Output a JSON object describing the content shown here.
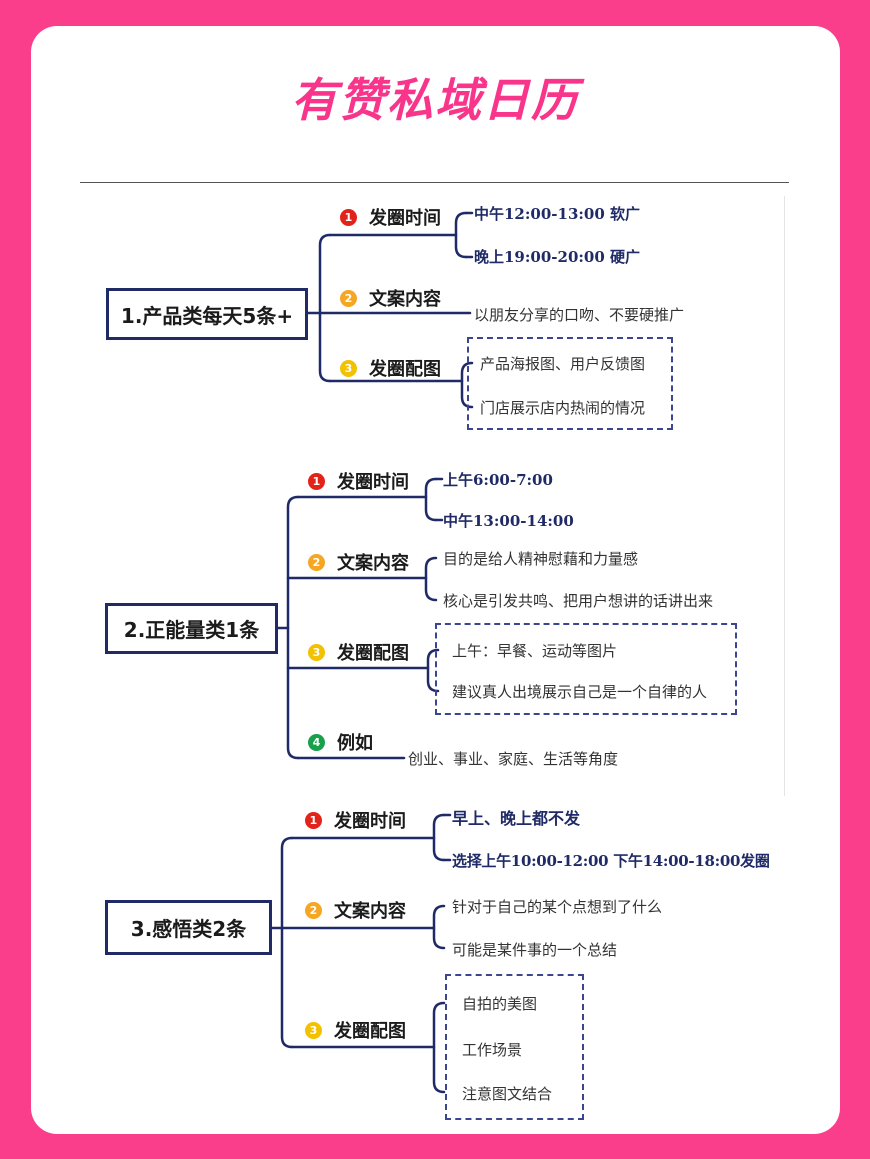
{
  "title": "有赞私域日历",
  "sections": [
    {
      "root": "1.产品类每天5条+",
      "cats": [
        {
          "num": "1",
          "label": "发圈时间",
          "items": [
            "中午12:00-13:00 软广",
            "晚上19:00-20:00 硬广"
          ]
        },
        {
          "num": "2",
          "label": "文案内容",
          "items": [
            "以朋友分享的口吻、不要硬推广"
          ]
        },
        {
          "num": "3",
          "label": "发圈配图",
          "items": [
            "产品海报图、用户反馈图",
            "门店展示店内热闹的情况"
          ]
        }
      ]
    },
    {
      "root": "2.正能量类1条",
      "cats": [
        {
          "num": "1",
          "label": "发圈时间",
          "items": [
            "上午6:00-7:00",
            "中午13:00-14:00"
          ]
        },
        {
          "num": "2",
          "label": "文案内容",
          "items": [
            "目的是给人精神慰藉和力量感",
            "核心是引发共鸣、把用户想讲的话讲出来"
          ]
        },
        {
          "num": "3",
          "label": "发圈配图",
          "items": [
            "上午：早餐、运动等图片",
            "建议真人出境展示自己是一个自律的人"
          ]
        },
        {
          "num": "4",
          "label": "例如",
          "items": [
            "创业、事业、家庭、生活等角度"
          ]
        }
      ]
    },
    {
      "root": "3.感悟类2条",
      "cats": [
        {
          "num": "1",
          "label": "发圈时间",
          "items": [
            "早上、晚上都不发",
            "选择上午10:00-12:00 下午14:00-18:00发圈"
          ]
        },
        {
          "num": "2",
          "label": "文案内容",
          "items": [
            "针对于自己的某个点想到了什么",
            "可能是某件事的一个总结"
          ]
        },
        {
          "num": "3",
          "label": "发圈配图",
          "items": [
            "自拍的美图",
            "工作场景",
            "注意图文结合"
          ]
        }
      ]
    }
  ]
}
